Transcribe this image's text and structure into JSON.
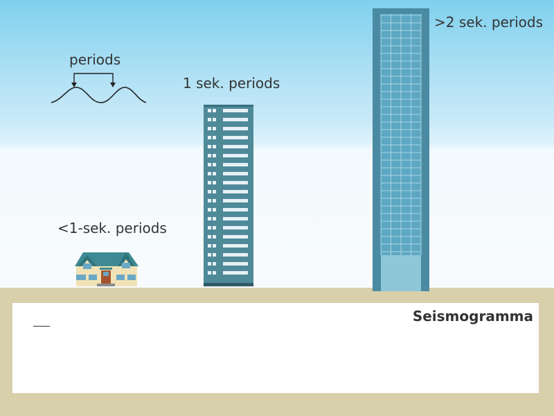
{
  "labels": {
    "periods": "periods",
    "one_sec": "1 sek. periods",
    "over_two_sec": ">2 sek. periods",
    "under_one_sec": "<1-sek. periods"
  },
  "seismogram": {
    "title": "Seismogramma"
  },
  "colors": {
    "sky_top": "#7fd0ee",
    "ground": "#d8cfab",
    "tower": "#4f8a99",
    "skyscraper": "#5da7c2",
    "house_wall": "#f0e2b6",
    "house_roof": "#3e8a92",
    "text": "#333333"
  }
}
